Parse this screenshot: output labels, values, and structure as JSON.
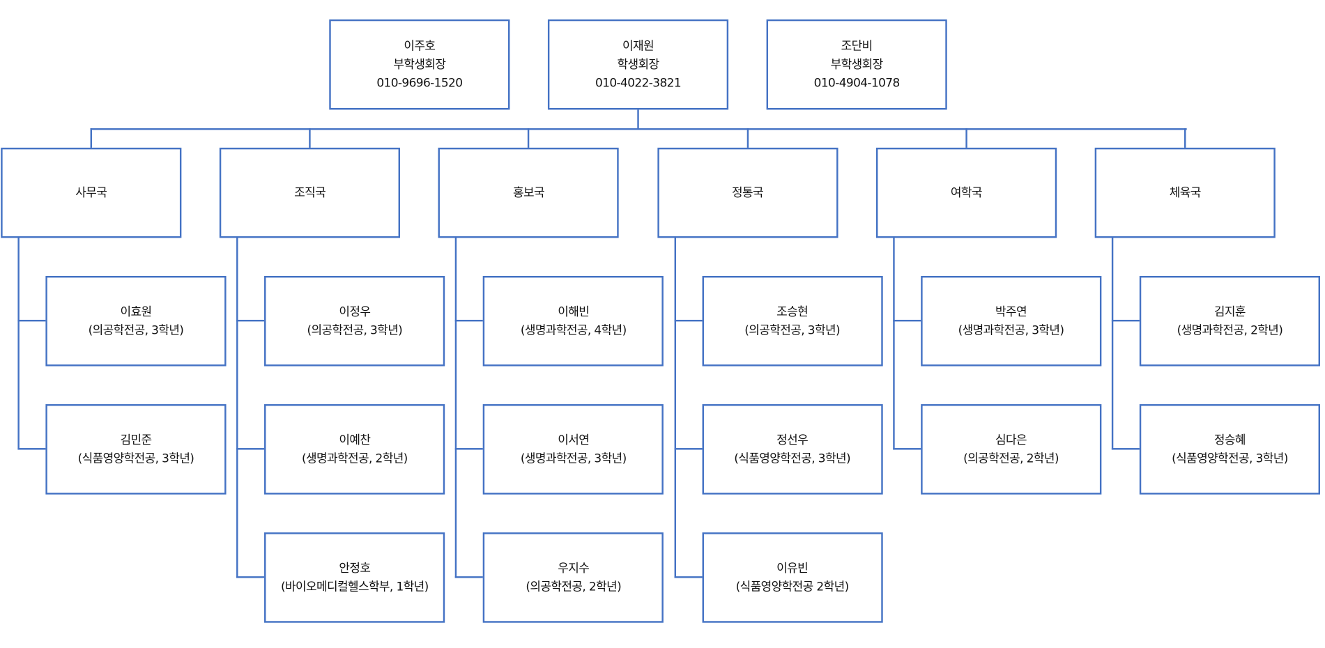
{
  "leaders": [
    {
      "name": "이주호",
      "role": "부학생회장",
      "phone": "010-9696-1520"
    },
    {
      "name": "이재원",
      "role": "학생회장",
      "phone": "010-4022-3821"
    },
    {
      "name": "조단비",
      "role": "부학생회장",
      "phone": "010-4904-1078"
    }
  ],
  "departments": [
    {
      "name": "사무국",
      "members": [
        {
          "name": "이효원",
          "detail": "(의공학전공, 3학년)"
        },
        {
          "name": "김민준",
          "detail": "(식품영양학전공, 3학년)"
        }
      ]
    },
    {
      "name": "조직국",
      "members": [
        {
          "name": "이정우",
          "detail": "(의공학전공, 3학년)"
        },
        {
          "name": "이예찬",
          "detail": "(생명과학전공, 2학년)"
        },
        {
          "name": "안정호",
          "detail": "(바이오메디컬헬스학부, 1학년)"
        }
      ]
    },
    {
      "name": "홍보국",
      "members": [
        {
          "name": "이해빈",
          "detail": "(생명과학전공, 4학년)"
        },
        {
          "name": "이서연",
          "detail": "(생명과학전공, 3학년)"
        },
        {
          "name": "우지수",
          "detail": "(의공학전공, 2학년)"
        }
      ]
    },
    {
      "name": "정통국",
      "members": [
        {
          "name": "조승현",
          "detail": "(의공학전공, 3학년)"
        },
        {
          "name": "정선우",
          "detail": "(식품영양학전공, 3학년)"
        },
        {
          "name": "이유빈",
          "detail": "(식품영양학전공 2학년)"
        }
      ]
    },
    {
      "name": "여학국",
      "members": [
        {
          "name": "박주연",
          "detail": "(생명과학전공, 3학년)"
        },
        {
          "name": "심다은",
          "detail": "(의공학전공, 2학년)"
        }
      ]
    },
    {
      "name": "체육국",
      "members": [
        {
          "name": "김지훈",
          "detail": "(생명과학전공, 2학년)"
        },
        {
          "name": "정승혜",
          "detail": "(식품영양학전공, 3학년)"
        }
      ]
    }
  ],
  "colors": {
    "border": "#4472C4"
  }
}
